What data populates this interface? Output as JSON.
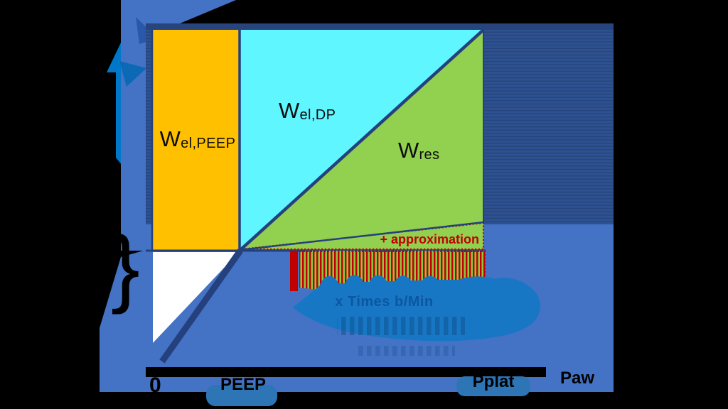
{
  "figure": {
    "description": "Work-of-breathing pressure-volume area diagram on transparent slide background"
  },
  "colors": {
    "canvas": "#000000",
    "panel_blue": "#4472C4",
    "striped_panel": "#2E5191",
    "stripe_line": "#27457C",
    "navy_line": "#24417E",
    "axis_arrow_blue": "#0077C8",
    "orange": "#FFC000",
    "cyan": "#5FF6FF",
    "green": "#92D050",
    "white": "#FFFFFF",
    "red": "#C00000",
    "callout_blue": "#1877C5",
    "patch_blue": "#2E75B6"
  },
  "areas": {
    "wel_peep": {
      "symbol": "W",
      "sub": "el,PEEP"
    },
    "wel_dp": {
      "symbol": "W",
      "sub": "el,DP"
    },
    "wres": {
      "symbol": "W",
      "sub": "res"
    }
  },
  "annotations": {
    "approximation": "+ approximation",
    "callout_line": "x Times b/Min",
    "left_brace": "}"
  },
  "axis_labels": {
    "origin": "0",
    "peep": "PEEP",
    "pplat": "Pplat",
    "paw": "Paw"
  }
}
